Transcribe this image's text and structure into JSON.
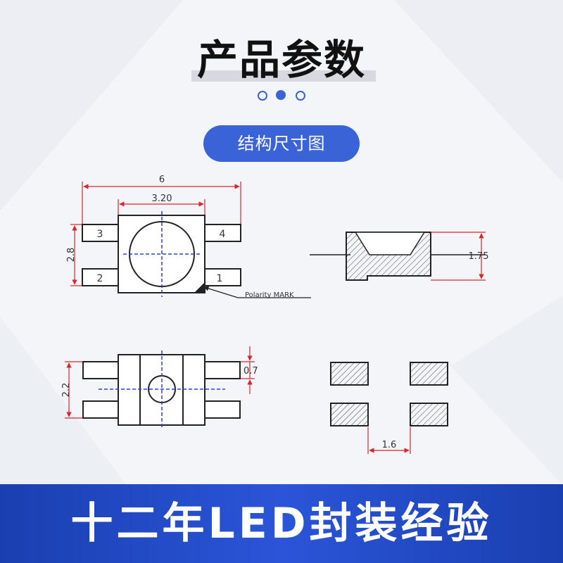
{
  "header": {
    "title": "产品参数"
  },
  "pager": {
    "active_index": 1,
    "count": 3
  },
  "section_pill": {
    "label": "结构尺寸图"
  },
  "diagram": {
    "top_view": {
      "dim_total_width": "6",
      "dim_body_width": "3.20",
      "dim_height": "2.8",
      "pin3": "3",
      "pin4": "4",
      "pin2": "2",
      "pin1": "1",
      "polarity_label": "Polarity MARK"
    },
    "side_view": {
      "dim_height": "1.75"
    },
    "bottom_view": {
      "dim_height": "2.2",
      "dim_pad": "0.7"
    },
    "footprint": {
      "dim_gap": "1.6"
    }
  },
  "banner": {
    "text": "十二年LED封装经验"
  },
  "colors": {
    "accent": "#3a63d8",
    "banner": "#2449c4",
    "dimension_red": "#d6262b",
    "centerline_blue": "#2b3fd6",
    "outline": "#222222"
  }
}
